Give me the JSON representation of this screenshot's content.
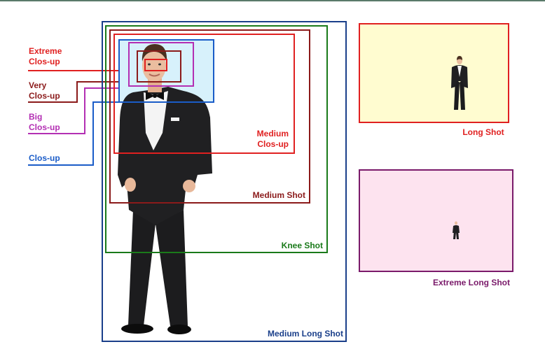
{
  "colors": {
    "extreme_close_up": "#e02020",
    "very_close_up": "#8b1a1a",
    "big_close_up": "#b32fb3",
    "close_up": "#1a5cc8",
    "medium_close_up": "#e02020",
    "medium_shot": "#8b1a1a",
    "knee_shot": "#1a7a1a",
    "medium_long_shot": "#1a3f8a",
    "long_shot": "#e02020",
    "long_shot_fill": "#fffcd0",
    "extreme_long_shot": "#7a1a6a",
    "extreme_long_shot_fill": "#fde3ef",
    "close_up_fill": "#d7f1fb"
  },
  "labels": {
    "extreme_close_up": [
      "Extreme",
      "Clos-up"
    ],
    "very_close_up": [
      "Very",
      "Clos-up"
    ],
    "big_close_up": [
      "Big",
      "Clos-up"
    ],
    "close_up": [
      "Clos-up"
    ],
    "medium_close_up": [
      "Medium",
      "Clos-up"
    ],
    "medium_shot": "Medium Shot",
    "knee_shot": "Knee Shot",
    "medium_long_shot": "Medium Long Shot",
    "long_shot": "Long Shot",
    "extreme_long_shot": "Extreme Long Shot"
  },
  "figure": "man-in-tuxedo-photo"
}
